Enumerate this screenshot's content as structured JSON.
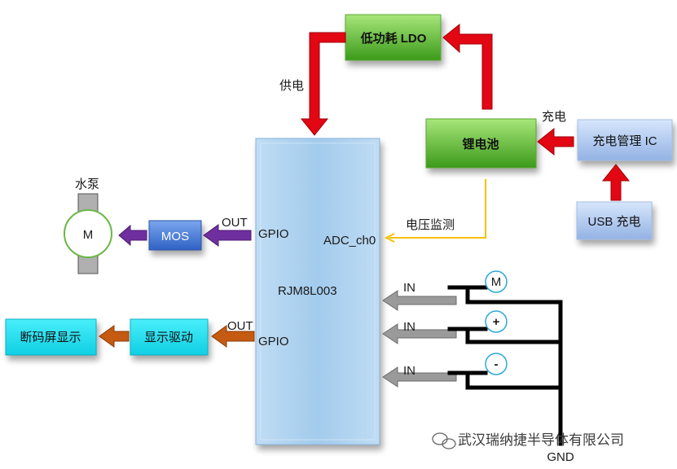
{
  "blocks": {
    "ldo": "低功耗 LDO",
    "battery": "锂电池",
    "charge_ic": "充电管理 IC",
    "usb_charge": "USB 充电",
    "mcu": "RJM8L003",
    "mos": "MOS",
    "display_driver": "显示驱动",
    "segment_display": "断码屏显示",
    "pump_motor": "M"
  },
  "labels": {
    "supply": "供电",
    "charge": "充电",
    "voltage_monitor": "电压监测",
    "adc_pin": "ADC_ch0",
    "gpio_top": "GPIO",
    "gpio_bottom": "GPIO",
    "out_top": "OUT",
    "out_bottom": "OUT",
    "pump_title": "水泵",
    "in_1": "IN",
    "in_2": "IN",
    "in_3": "IN",
    "gnd": "GND"
  },
  "buttons": {
    "b1_symbol": "M",
    "b2_symbol": "+",
    "b3_symbol": "-"
  },
  "watermark": "武汉瑞纳捷半导体有限公司",
  "colors": {
    "green_top": "#9be06a",
    "green_bottom": "#3fa01e",
    "blue_top": "#c4daf7",
    "blue_bottom": "#8fb0e3",
    "cyan": "#19e2f2",
    "mcu_blue": "#9ec8ea",
    "red_arrow": "#e30613",
    "purple_arrow": "#6f2f9f",
    "orange_arrow": "#c55a11",
    "gray_arrow": "#9a9a9a",
    "yellow_line": "#f5c000",
    "mos_blue": "#4f7fd8"
  }
}
